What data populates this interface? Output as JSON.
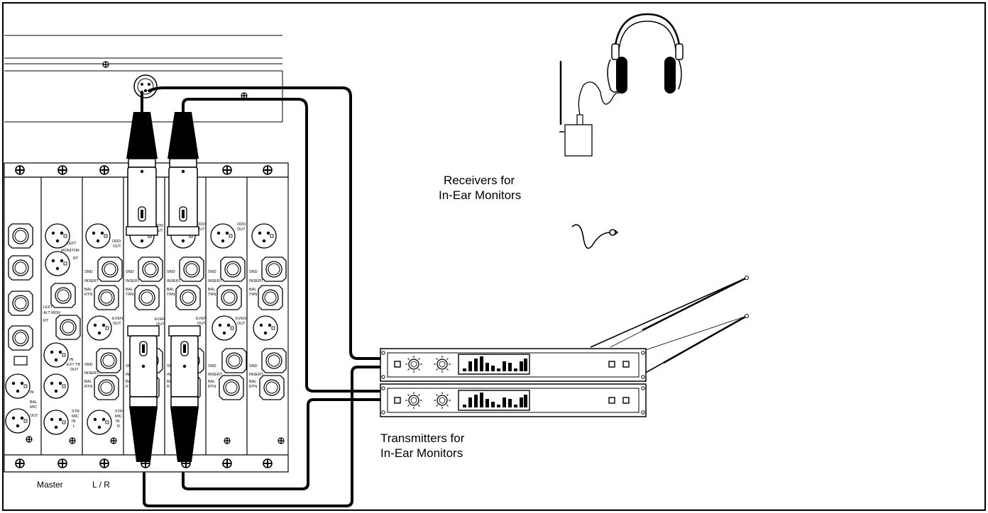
{
  "labels": {
    "receivers_line1": "Receivers for",
    "receivers_line2": "In-Ear Monitors",
    "transmitters_line1": "Transmitters for",
    "transmitters_line2": "In-Ear Monitors",
    "master": "Master",
    "lr": "L / R"
  },
  "panel": {
    "left_monitor": "LEFT MONITOR",
    "rt": "RT",
    "left_alt_mon": "LEFT ALT MON",
    "in_ext_tb_out": "IN EXT TB OUT",
    "str_mic_in_l": "STR MIC IN L",
    "str_mic_in_r": "STR MIC IN R",
    "in_bal_mic_out": "IN BAL MIC OUT",
    "odd_out": "ODD OUT",
    "even_out": "EVEN OUT",
    "snd": "SND",
    "insert": "INSERT",
    "bal_rtn": "BAL RTN",
    "bal_trn": "BAL TRN"
  },
  "colors": {
    "line": "#000000",
    "paper": "#ffffff"
  },
  "icons": [
    "headphones-icon",
    "bodypack-receiver-icon",
    "earphone-icon",
    "xlr-connector-icon",
    "trs-jack-icon",
    "screw-icon",
    "knob-icon",
    "antenna-icon"
  ]
}
